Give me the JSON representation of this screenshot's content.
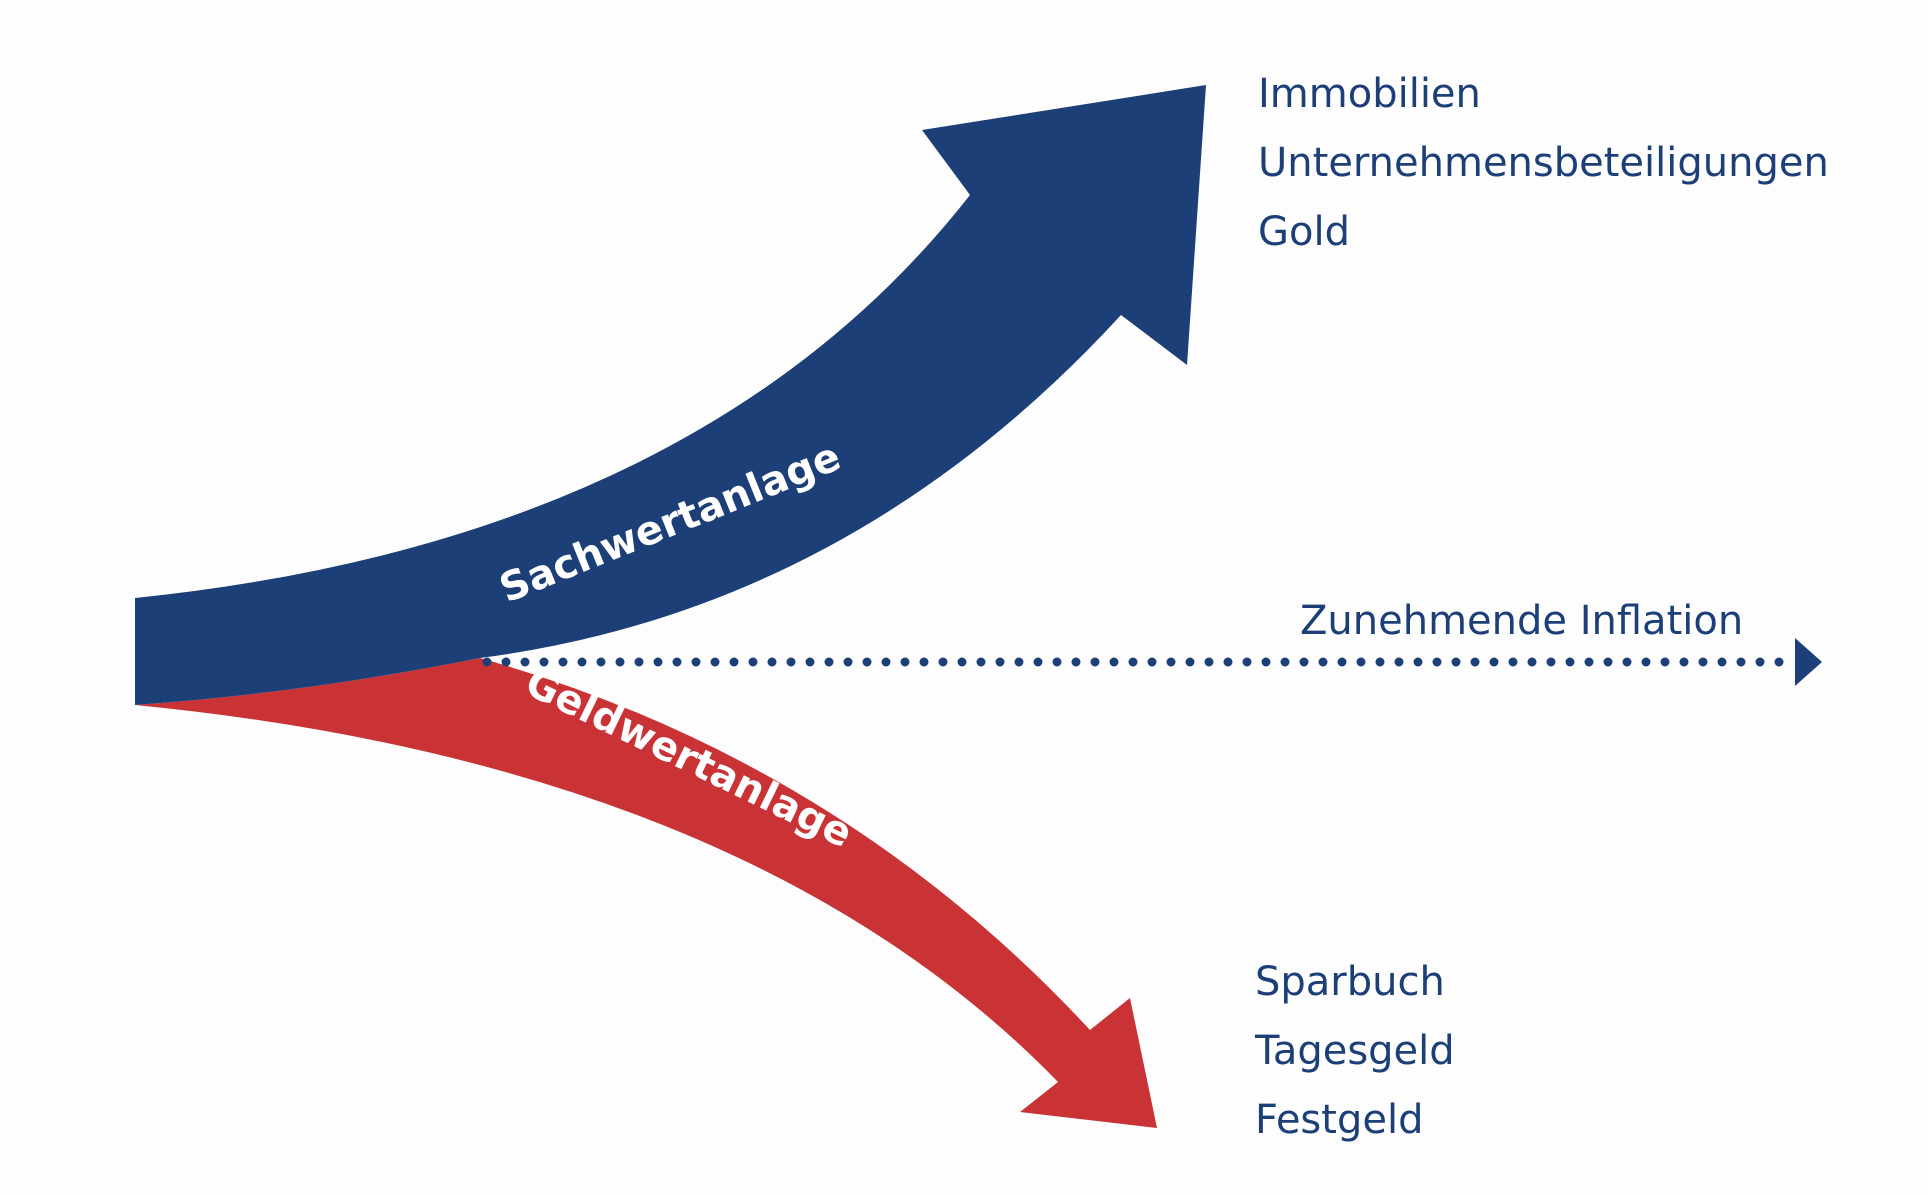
{
  "colors": {
    "blue": "#1c3f78",
    "red": "#c93335",
    "background": "#fdfdfd"
  },
  "arrows": {
    "up_label": "Sachwertanlage",
    "down_label": "Geldwertanlage"
  },
  "inflation": {
    "label": "Zunehmende Inflation"
  },
  "real_assets": {
    "items": [
      "Immobilien",
      "Unternehmensbeteiligungen",
      "Gold"
    ]
  },
  "monetary_assets": {
    "items": [
      "Sparbuch",
      "Tagesgeld",
      "Festgeld"
    ]
  }
}
